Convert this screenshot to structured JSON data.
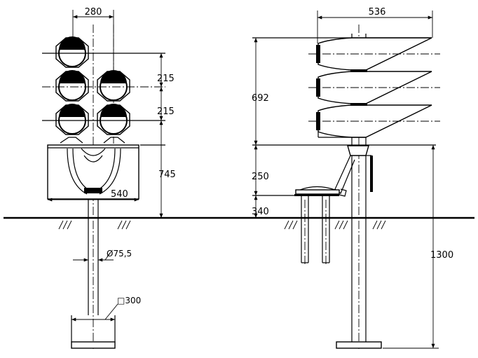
{
  "front_view": {
    "width_top": "280",
    "spacing_1": "215",
    "spacing_2": "215",
    "height_ground": "745",
    "base_width": "540",
    "pole_diameter": "Ø75,5",
    "foundation": "□300"
  },
  "side_view": {
    "depth": "536",
    "head_height": "692",
    "bracket_height": "250",
    "box_height": "340",
    "foundation_depth": "1300"
  }
}
